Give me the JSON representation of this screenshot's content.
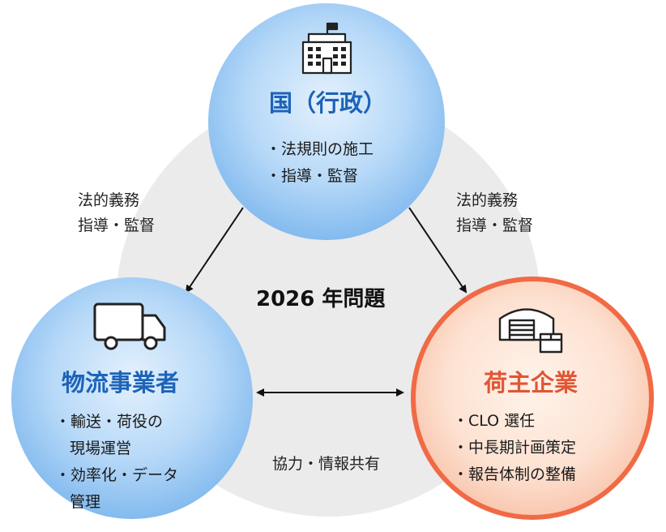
{
  "center": {
    "title": "2026 年問題"
  },
  "nodes": {
    "government": {
      "title": "国（行政）",
      "icon": "government-building-icon",
      "items": [
        "・法規則の施工",
        "・指導・監督"
      ]
    },
    "logistics": {
      "title": "物流事業者",
      "icon": "truck-icon",
      "items": [
        "・輸送・荷役の",
        "現場運営",
        "・効率化・データ",
        "管理"
      ]
    },
    "shipper": {
      "title": "荷主企業",
      "icon": "warehouse-icon",
      "items": [
        "・CLO 選任",
        "・中長期計画策定",
        "・報告体制の整備"
      ]
    }
  },
  "edges": {
    "left": {
      "line1": "法的義務",
      "line2": "指導・監督"
    },
    "right": {
      "line1": "法的義務",
      "line2": "指導・監督"
    },
    "bottom": {
      "label": "協力・情報共有"
    }
  },
  "colors": {
    "blue_title": "#1d63b8",
    "red_title": "#e25634",
    "shipper_border": "#f06a45",
    "background_circle": "#ebebeb"
  }
}
